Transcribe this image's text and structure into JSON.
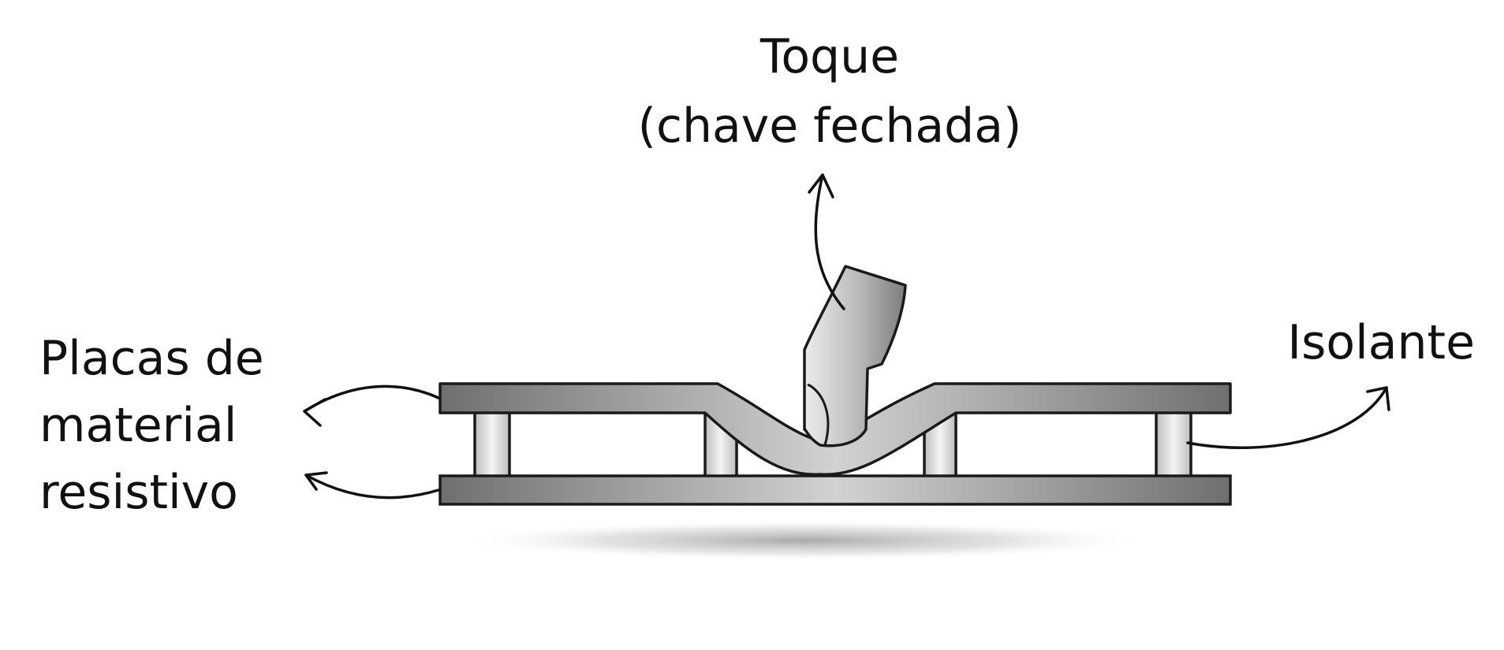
{
  "labels": {
    "touch_line1": "Toque",
    "touch_line2": "(chave fechada)",
    "plates_line1": "Placas de",
    "plates_line2": "material",
    "plates_line3": "resistivo",
    "insulator": "Isolante"
  },
  "colors": {
    "plate_dark": "#6f6f6f",
    "plate_light": "#d2d2d2",
    "spacer_light": "#f4f4f4",
    "spacer_dark": "#bdbdbd",
    "finger_light": "#ececec",
    "finger_dark": "#7c7c7c",
    "outline": "#1a1a1a",
    "text": "#111111"
  },
  "icons": {
    "arrow_touch": "arrow-up-icon",
    "arrow_plates_top": "arrow-left-icon",
    "arrow_plates_bottom": "arrow-left-icon",
    "arrow_insulator": "arrow-up-right-icon"
  }
}
